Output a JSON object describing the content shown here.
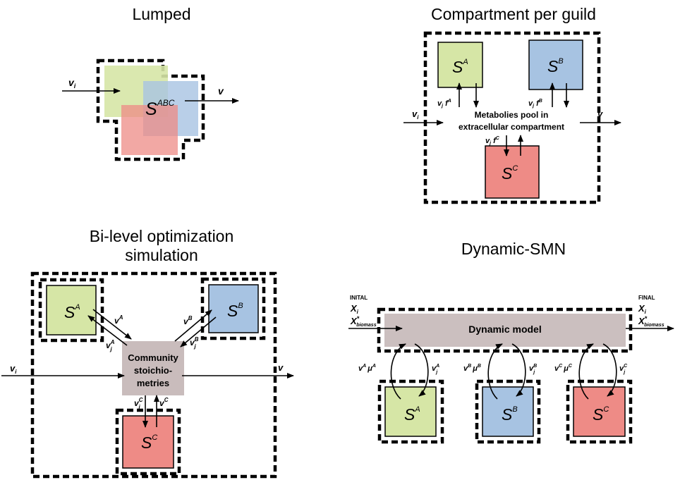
{
  "panels": {
    "lumped": {
      "title": "Lumped",
      "inflow": "v",
      "inflow_sub": "i",
      "outflow": "v",
      "species": "S",
      "species_sup": "ABC"
    },
    "compartment": {
      "title": "Compartment per guild",
      "species_a": "S",
      "sup_a": "A",
      "species_b": "S",
      "sup_b": "B",
      "species_c": "S",
      "sup_c": "C",
      "flux_v": "v",
      "flux_sub": "j",
      "flux_f": "f",
      "pool_line1": "Metabolies pool in",
      "pool_line2": "extracellular compartment",
      "inflow": "v",
      "inflow_sub": "i",
      "outflow": "v"
    },
    "bilevel": {
      "title_line1": "Bi-level optimization",
      "title_line2": "simulation",
      "species_a": "S",
      "sup_a": "A",
      "species_b": "S",
      "sup_b": "B",
      "species_c": "S",
      "sup_c": "C",
      "v": "v",
      "sub_j": "j",
      "community_line1": "Community",
      "community_line2": "stoichio-",
      "community_line3": "metries",
      "inflow": "v",
      "inflow_sub": "i",
      "outflow": "v"
    },
    "dynamic": {
      "title": "Dynamic-SMN",
      "initial_label": "INITAL",
      "final_label": "FINAL",
      "x": "X",
      "x_sub": "i",
      "x_biomass_sup": "*",
      "x_biomass_sub": "biomass",
      "model_label": "Dynamic model",
      "v": "v",
      "mu": "μ",
      "sub_j": "j",
      "species_a": "S",
      "sup_a": "A",
      "species_b": "S",
      "sup_b": "B",
      "species_c": "S",
      "sup_c": "C"
    }
  },
  "colors": {
    "green": "#d6e6a6",
    "blue": "#a7c3e2",
    "red": "#ee8b86",
    "model_gray": "#cbbfbf",
    "community_gray": "#c9bcbc"
  }
}
